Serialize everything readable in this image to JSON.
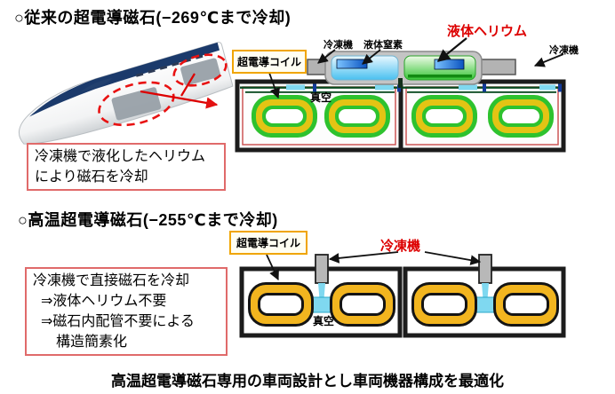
{
  "colors": {
    "accent_red": "#dd0000",
    "box_border_red": "#e06a6a",
    "label_border_orange": "#f0a500",
    "coil_green": "#2ec22e",
    "coil_yellow": "#e3c414",
    "coil_gold": "#f2b51f",
    "pipe_cyan": "#7fd8f0",
    "train_stripe_navy": "#1b3a6b"
  },
  "conventional": {
    "title": "○従来の超電導磁石(−269℃まで冷却)",
    "note_lines": [
      "冷凍機で液化したヘリウム",
      "により磁石を冷却"
    ],
    "diagram_labels": {
      "superconducting_coil": "超電導コイル",
      "refrigerator_left": "冷凍機",
      "liquid_nitrogen": "液体窒素",
      "liquid_helium": "液体ヘリウム",
      "refrigerator_right": "冷凍機",
      "vacuum": "真空"
    }
  },
  "high_temperature": {
    "title": "○高温超電導磁石(−255℃まで冷却)",
    "note_lines": [
      "冷凍機で直接磁石を冷却",
      "⇒液体ヘリウム不要",
      "⇒磁石内配管不要による",
      "構造簡素化"
    ],
    "diagram_labels": {
      "superconducting_coil": "超電導コイル",
      "refrigerator": "冷凍機",
      "vacuum": "真空"
    }
  },
  "caption": "高温超電導磁石専用の車両設計とし車両機器構成を最適化"
}
